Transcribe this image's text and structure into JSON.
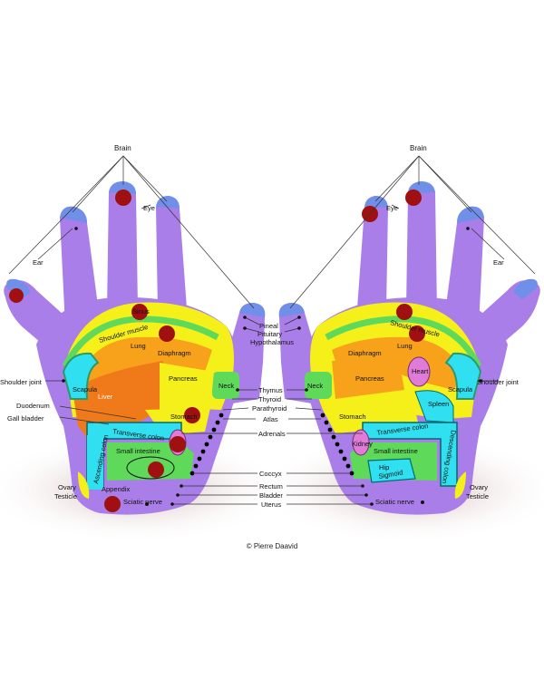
{
  "left_hand": {
    "brain": "Brain",
    "eye": "Eye",
    "ear": "Ear",
    "sinus": "Sinus",
    "shoulder_muscle": "Shoulder muscle",
    "lung": "Lung",
    "diaphragm": "Diaphragm",
    "shoulder_joint": "Shoulder joint",
    "scapula": "Scapula",
    "liver": "Liver",
    "pancreas": "Pancreas",
    "neck": "Neck",
    "duodenum": "Duodenum",
    "gall_bladder": "Gall bladder",
    "stomach": "Stomach",
    "transverse_colon": "Transverse colon",
    "ascending_colon": "Ascending colon",
    "small_intestine": "Small intestine",
    "appendix": "Appendix",
    "ovary_testicle": "Ovary\nTesticle",
    "sciatic_nerve": "Sciatic nerve"
  },
  "right_hand": {
    "brain": "Brain",
    "eye": "Eye",
    "ear": "Ear",
    "shoulder_muscle": "Shoulder muscle",
    "diaphragm": "Diaphragm",
    "lung": "Lung",
    "heart": "Heart",
    "shoulder_joint": "Shoulder joint",
    "scapula": "Scapula",
    "pancreas": "Pancreas",
    "neck": "Neck",
    "spleen": "Spleen",
    "stomach": "Stomach",
    "kidney": "Kidney",
    "transverse_colon": "Transverse colon",
    "descending_colon": "Descending colon",
    "small_intestine": "Small intestine",
    "hip": "Hip",
    "sigmoid": "Sigmoid",
    "ovary_testicle": "Ovary\nTesticle",
    "sciatic_nerve": "Sciatic nerve"
  },
  "center_labels": {
    "pineal": "Pineal",
    "pituitary": "Pituitary",
    "hypothalamus": "Hypothalamus",
    "thymus": "Thymus",
    "thyroid": "Thyroid",
    "parathyroid": "Parathyroid",
    "atlas": "Atlas",
    "adrenals": "Adrenals",
    "coccyx": "Coccyx",
    "rectum": "Rectum",
    "bladder": "Bladder",
    "uterus": "Uterus"
  },
  "credit": "© Pierre Daavid",
  "colors": {
    "finger": "#a97ee8",
    "fingertip": "#6f8fe8",
    "yellow": "#f5f01a",
    "orange": "#f7a21a",
    "liver": "#f07a1a",
    "green": "#5fd95a",
    "cyan": "#30e0f0",
    "red_point": "#a01010"
  }
}
